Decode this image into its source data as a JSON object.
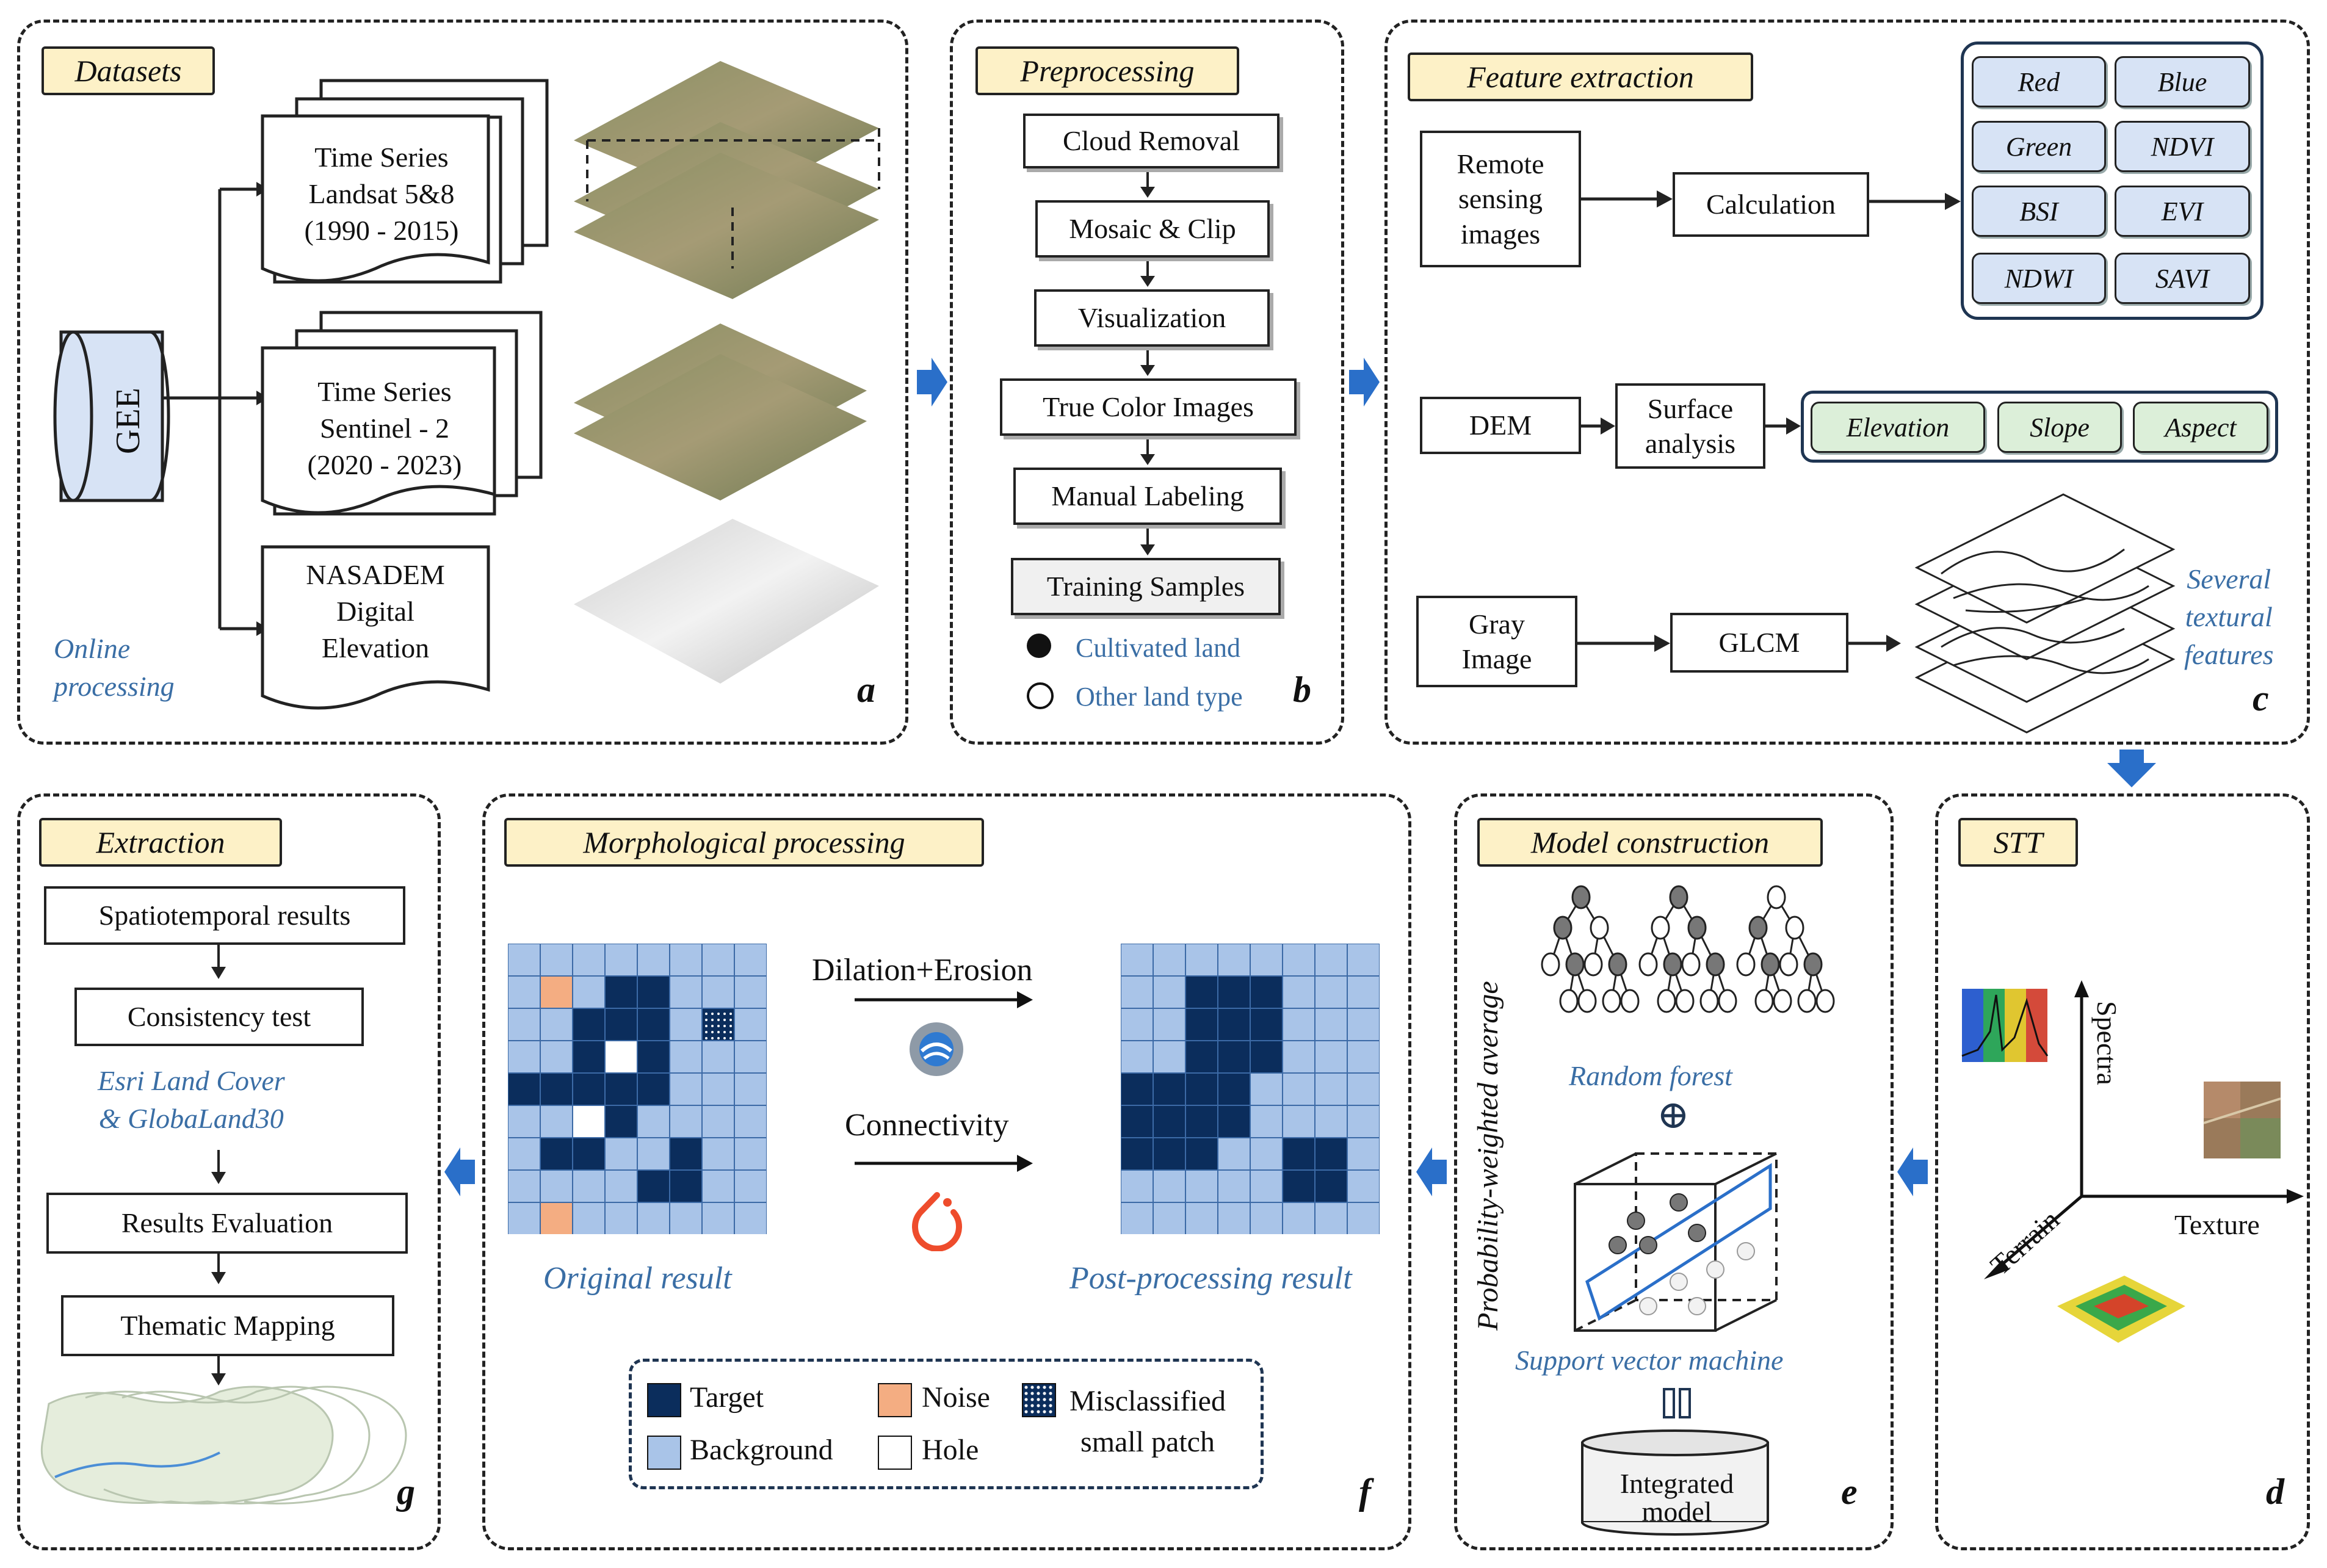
{
  "panels": {
    "a": {
      "title": "Datasets",
      "letter": "a",
      "gee": "GEE",
      "landsat": "Time Series\nLandsat 5&8\n(1990 - 2015)",
      "sentinel": "Time Series\nSentinel - 2\n(2020 - 2023)",
      "nasadem": "NASADEM\nDigital\nElevation",
      "online": "Online\nprocessing"
    },
    "b": {
      "title": "Preprocessing",
      "letter": "b",
      "steps": [
        "Cloud Removal",
        "Mosaic & Clip",
        "Visualization",
        "True Color Images",
        "Manual Labeling",
        "Training Samples"
      ],
      "legend": [
        "Cultivated land",
        "Other land type"
      ]
    },
    "c": {
      "title": "Feature extraction",
      "letter": "c",
      "remote": "Remote\nsensing\nimages",
      "calculation": "Calculation",
      "spectral": [
        "Red",
        "Blue",
        "Green",
        "NDVI",
        "BSI",
        "EVI",
        "NDWI",
        "SAVI"
      ],
      "dem": "DEM",
      "surface": "Surface\nanalysis",
      "terrain": [
        "Elevation",
        "Slope",
        "Aspect"
      ],
      "gray": "Gray\nImage",
      "glcm": "GLCM",
      "textural": "Several\ntextural\nfeatures"
    },
    "d": {
      "title": "STT",
      "letter": "d",
      "axes": [
        "Spectra",
        "Texture",
        "Terrain"
      ]
    },
    "e": {
      "title": "Model construction",
      "letter": "e",
      "pwa": "Probability-weighted average",
      "rf": "Random forest",
      "svm": "Support vector machine",
      "plus": "⊕",
      "integrated": "Integrated\nmodel"
    },
    "f": {
      "title": "Morphological processing",
      "letter": "f",
      "dilation": "Dilation+Erosion",
      "connectivity": "Connectivity",
      "original": "Original result",
      "post": "Post-processing result",
      "legend": {
        "target": "Target",
        "noise": "Noise",
        "misclassified": "Misclassified\nsmall patch",
        "background": "Background",
        "hole": "Hole"
      }
    },
    "g": {
      "title": "Extraction",
      "letter": "g",
      "steps": [
        "Spatiotemporal results",
        "Consistency test",
        "Results Evaluation",
        "Thematic Mapping"
      ],
      "ref": "Esri Land Cover\n& GlobaLand30"
    }
  },
  "colors": {
    "title_fill": "#fdf1c7",
    "feature_fill": "#d7e3f5",
    "terrain_fill": "#dcefd9",
    "target": "#0b2d5c",
    "background_cell": "#a9c4e8",
    "noise": "#f4ad82",
    "arrow_blue": "#2a6fc9"
  }
}
